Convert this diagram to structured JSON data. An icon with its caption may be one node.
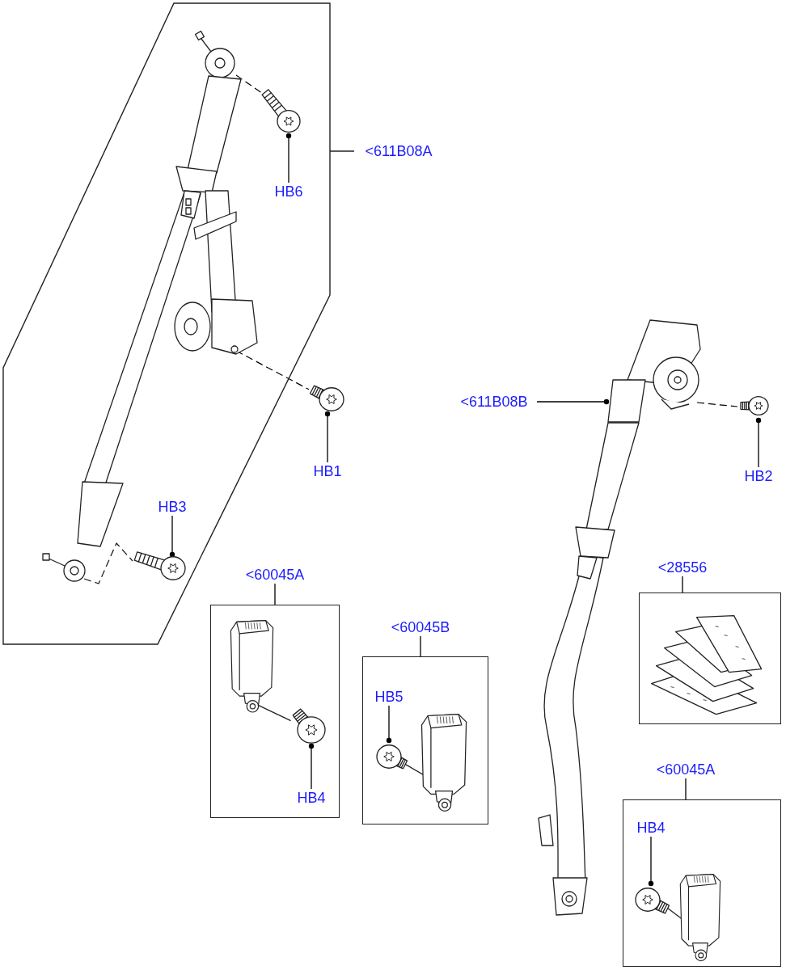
{
  "diagram": {
    "nodes": [
      {
        "text": [],
        "shape": "polygon"
      },
      {
        "text": [],
        "shape": "picture",
        "in": 0
      },
      {
        "text": [
          "<611B08A"
        ]
      },
      {
        "text": [],
        "shape": "picture",
        "in": 0
      },
      {
        "text": [
          "HB6"
        ],
        "in": 0
      },
      {
        "text": [],
        "shape": "picture"
      },
      {
        "text": [
          "HB1"
        ]
      },
      {
        "text": [],
        "shape": "picture",
        "in": 0
      },
      {
        "text": [
          "HB3"
        ],
        "in": 0
      },
      {
        "text": [
          "<611B08B"
        ]
      },
      {
        "text": [],
        "shape": "picture"
      },
      {
        "text": [],
        "shape": "picture"
      },
      {
        "text": [
          "HB2"
        ]
      },
      {
        "text": [
          "<60045A"
        ]
      },
      {
        "text": [],
        "shape": "box"
      },
      {
        "text": [],
        "shape": "picture",
        "in": 14
      },
      {
        "text": [
          "HB4"
        ],
        "in": 14
      },
      {
        "text": [
          "<60045B"
        ]
      },
      {
        "text": [],
        "shape": "box"
      },
      {
        "text": [
          "HB5"
        ],
        "in": 18
      },
      {
        "text": [],
        "shape": "picture",
        "in": 18
      },
      {
        "text": [
          "<28556"
        ]
      },
      {
        "text": [],
        "shape": "box"
      },
      {
        "text": [
          "<60045A"
        ]
      },
      {
        "text": [],
        "shape": "box"
      },
      {
        "text": [
          "HB4"
        ],
        "in": 24
      },
      {
        "text": [],
        "shape": "picture",
        "in": 24
      }
    ],
    "edges": [
      {
        "from": 2,
        "to": 0,
        "arrow": "none"
      },
      {
        "from": 4,
        "to": 3,
        "arrow": "other"
      },
      {
        "from": 6,
        "to": 5,
        "arrow": "other"
      },
      {
        "from": 8,
        "to": 7,
        "arrow": "other"
      },
      {
        "from": 9,
        "to": 10,
        "arrow": "other"
      },
      {
        "from": 12,
        "to": 11,
        "arrow": "other"
      },
      {
        "from": 13,
        "to": 14,
        "arrow": "none"
      },
      {
        "from": 16,
        "to": 15,
        "arrow": "other"
      },
      {
        "from": 17,
        "to": 18,
        "arrow": "none"
      },
      {
        "from": 19,
        "to": 20,
        "arrow": "other"
      },
      {
        "from": 21,
        "to": 22,
        "arrow": "none"
      },
      {
        "from": 23,
        "to": 24,
        "arrow": "none"
      },
      {
        "from": 25,
        "to": 26,
        "arrow": "other"
      },
      {
        "from": 1,
        "to": 3,
        "arrow": "none",
        "style": "dashed"
      },
      {
        "from": 1,
        "to": 5,
        "arrow": "none",
        "style": "dashed"
      },
      {
        "from": 10,
        "to": 11,
        "arrow": "none",
        "style": "dashed"
      }
    ]
  }
}
